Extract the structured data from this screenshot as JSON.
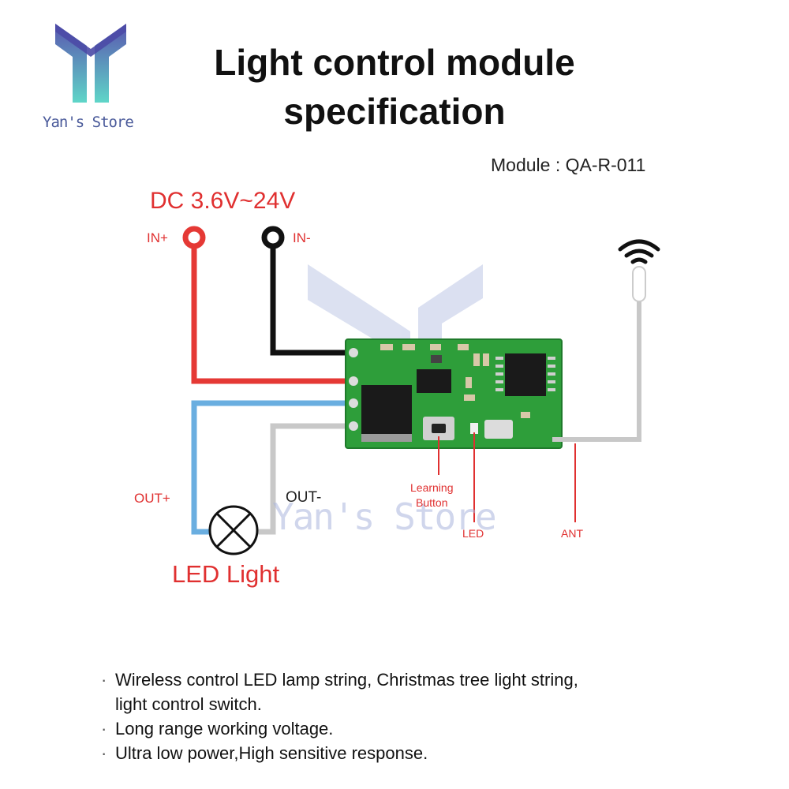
{
  "logo": {
    "text": "Yan's Store",
    "icon": "yans-store-y-logo-icon"
  },
  "title": {
    "line1": "Light control module",
    "line2": "specification"
  },
  "module_label": "Module : QA-R-011",
  "voltage_label": "DC 3.6V~24V",
  "pins": {
    "in_plus": "IN+",
    "in_minus": "IN-",
    "out_plus": "OUT+",
    "out_minus": "OUT-"
  },
  "load_label": "LED Light",
  "board_callouts": {
    "learning_line1": "Learning",
    "learning_line2": "Button",
    "led": "LED",
    "ant": "ANT"
  },
  "watermark": "Yan's Store",
  "bullets": [
    {
      "line1": "Wireless control LED lamp string, Christmas tree light string,",
      "line2": "light control switch."
    },
    {
      "line1": "Long range working voltage.",
      "line2": ""
    },
    {
      "line1": "Ultra low power,High sensitive response.",
      "line2": ""
    }
  ],
  "bullet_marker": "·",
  "colors": {
    "red_wire": "#e53935",
    "black_wire": "#111111",
    "blue_wire": "#6aaee0",
    "grey_wire": "#c8c8c8",
    "pcb_green": "#2e9e3a",
    "label_red": "#e03030",
    "logo_blue": "#4a5a9a",
    "logo_teal": "#5fd6c8"
  },
  "icons": [
    "yans-store-y-logo-icon",
    "wifi-signal-icon",
    "lamp-symbol-icon",
    "pcb-module-icon"
  ]
}
